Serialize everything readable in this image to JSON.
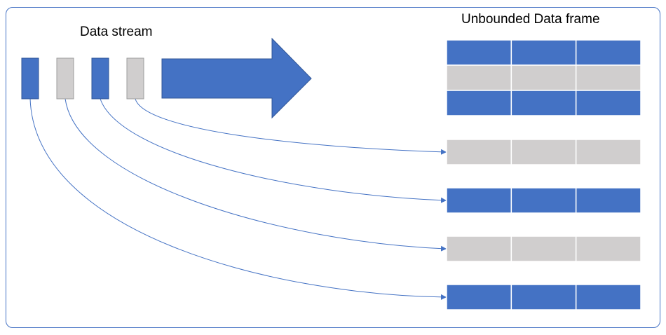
{
  "labels": {
    "data_stream": "Data stream",
    "unbounded_frame": "Unbounded Data frame"
  },
  "colors": {
    "blue": "#4472c4",
    "gray": "#d0cece",
    "border": "#4472c4",
    "line": "#4472c4",
    "cell_divider": "#ffffff"
  },
  "stream_items": [
    "blue",
    "gray",
    "blue",
    "gray"
  ],
  "frame_rows": {
    "existing": [
      "blue",
      "gray",
      "blue"
    ],
    "incoming": [
      "gray",
      "blue",
      "gray",
      "blue"
    ]
  },
  "columns_per_row": 3,
  "arrow_icon": "large-right-arrow-icon"
}
